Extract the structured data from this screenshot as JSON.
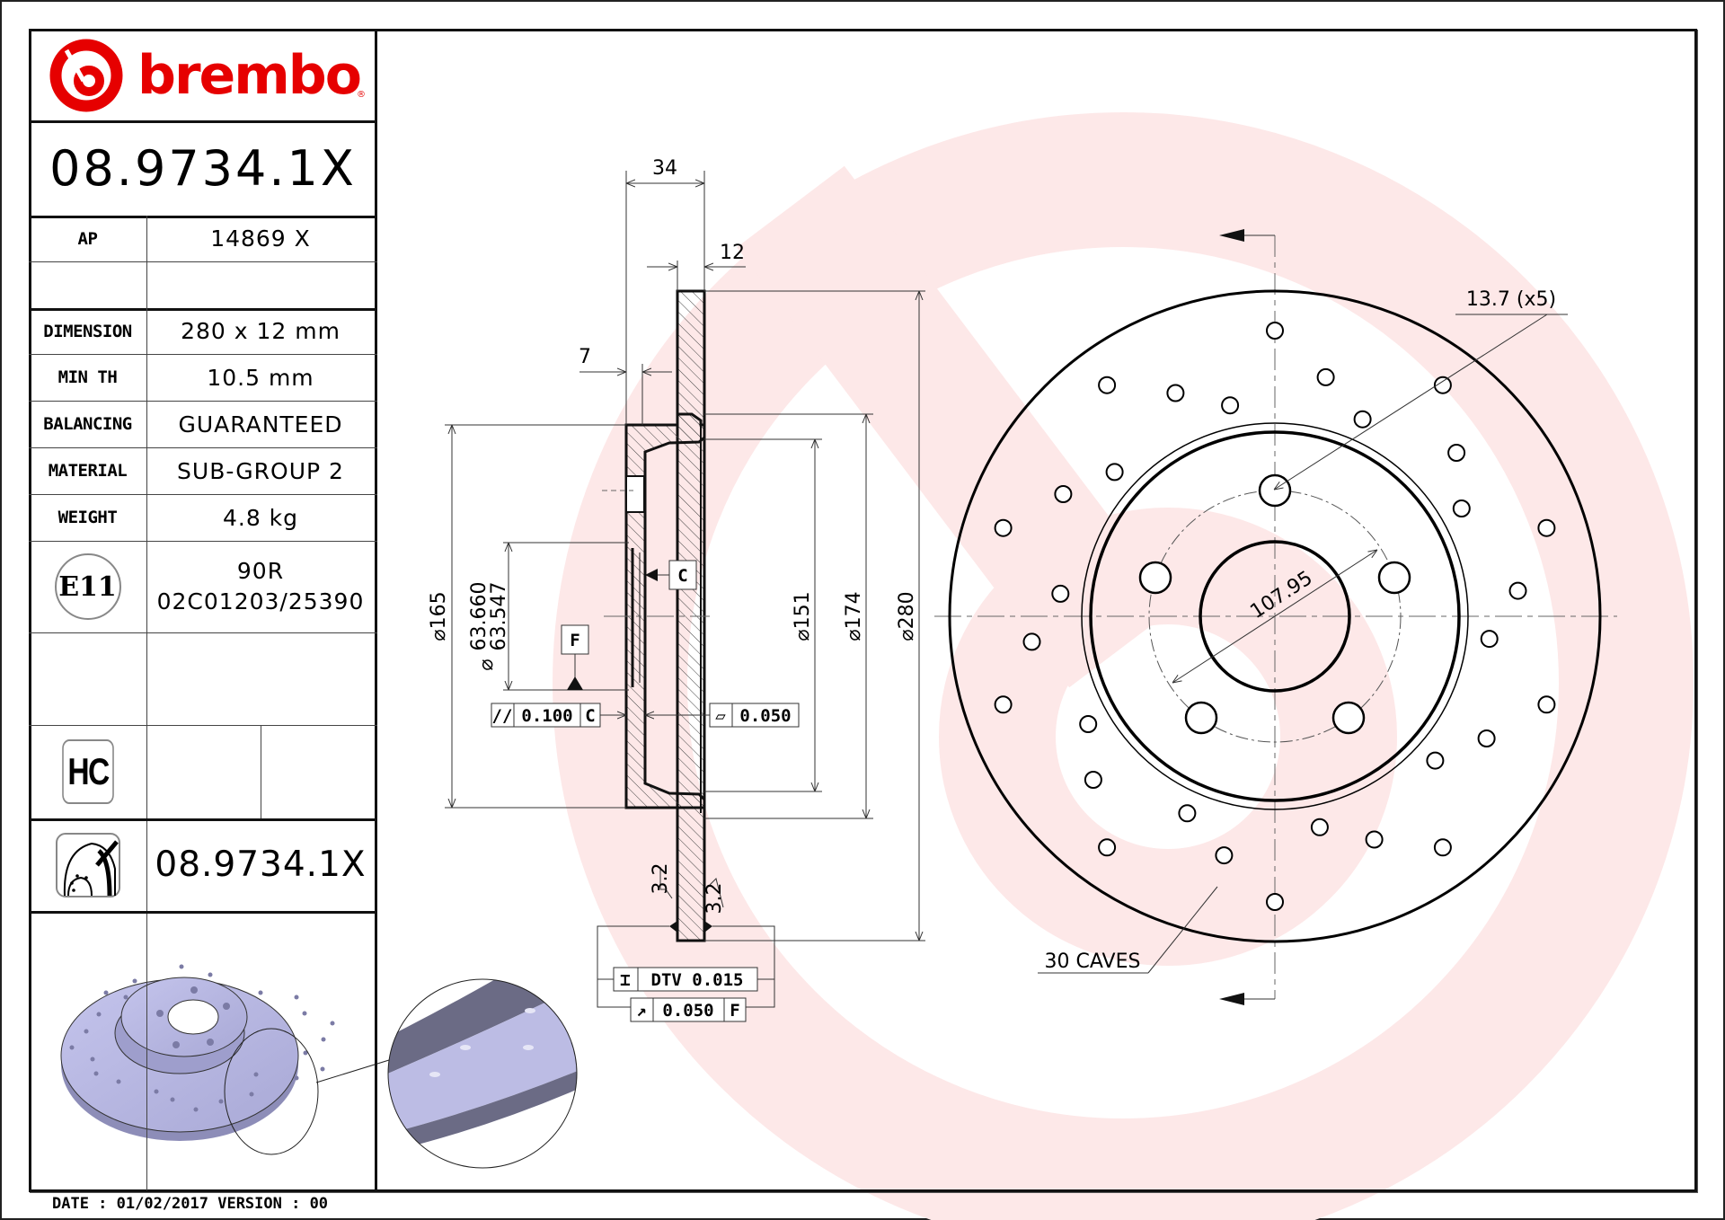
{
  "document": {
    "brand": "brembo",
    "brand_color": "#e60000",
    "watermark_color": "#fde8e8",
    "part_number": "08.9734.1X",
    "date_line": "DATE : 01/02/2017 VERSION : 00"
  },
  "title_block": {
    "ap": {
      "label": "AP",
      "value": "14869 X"
    },
    "rows": [
      {
        "label": "DIMENSION",
        "value": "280 x 12 mm"
      },
      {
        "label": "MIN TH",
        "value": "10.5 mm"
      },
      {
        "label": "BALANCING",
        "value": "GUARANTEED"
      },
      {
        "label": "MATERIAL",
        "value": "SUB-GROUP 2"
      },
      {
        "label": "WEIGHT",
        "value": "4.8 kg"
      }
    ],
    "homologation": {
      "badge": "E11",
      "line1": "90R",
      "line2": "02C01203/25390"
    },
    "hc_badge": "HC",
    "profile_part_number": "08.9734.1X"
  },
  "section_view": {
    "dims": {
      "overall_width": "34",
      "disc_thickness": "12",
      "hat_offset": "7",
      "d165": "⌀165",
      "d_bore_max": "63.660",
      "d_bore_min": "63.547",
      "d151": "⌀151",
      "d174": "⌀174",
      "d280": "⌀280"
    },
    "datums": {
      "c": "C",
      "f": "F"
    },
    "tolerances": {
      "parallelism": {
        "symbol": "//",
        "value": "0.100",
        "datum": "C"
      },
      "flatness": {
        "symbol": "▱",
        "value": "0.050"
      },
      "dtv": {
        "symbol": "⌶",
        "value": "DTV 0.015"
      },
      "runout": {
        "symbol": "↗",
        "value": "0.050",
        "datum": "F"
      }
    },
    "roughness": [
      "3.2",
      "3.2"
    ]
  },
  "front_view": {
    "hole_callout": "13.7 (x5)",
    "pcd": "107.95",
    "caves_callout": "30 CAVES"
  }
}
